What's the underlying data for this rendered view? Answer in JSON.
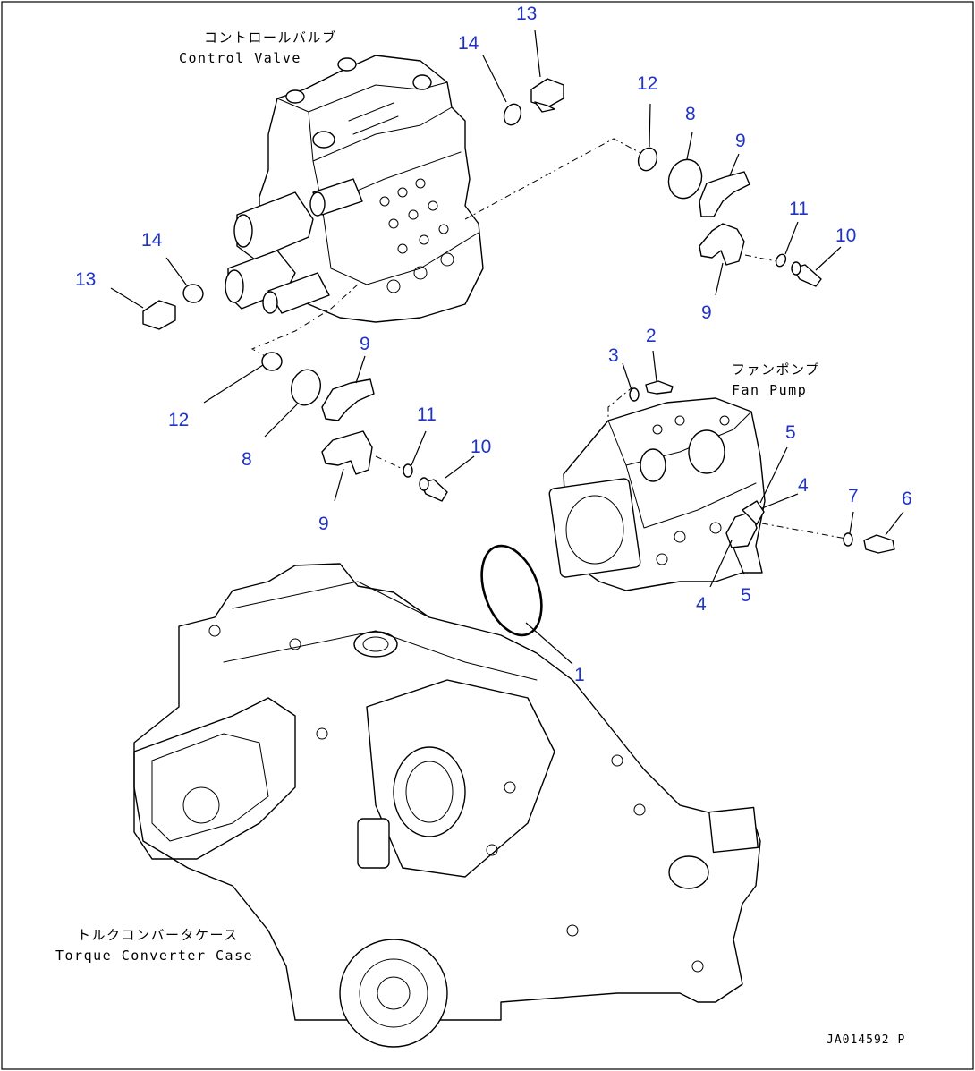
{
  "labels": {
    "control_valve_jp": "コントロールバルブ",
    "control_valve_en": "Control Valve",
    "fan_pump_jp": "ファンポンプ",
    "fan_pump_en": "Fan Pump",
    "torque_case_jp": "トルクコンバータケース",
    "torque_case_en": "Torque Converter Case",
    "drawing_code": "JA014592 P"
  },
  "callouts": {
    "c13_top": "13",
    "c14_top": "14",
    "c12_top": "12",
    "c8_top": "8",
    "c9_top": "9",
    "c11_top": "11",
    "c10_top": "10",
    "c9_mid": "9",
    "c14_left": "14",
    "c13_left": "13",
    "c9_left_a": "9",
    "c12_left": "12",
    "c8_left": "8",
    "c11_left": "11",
    "c10_left": "10",
    "c9_left_b": "9",
    "c2": "2",
    "c3": "3",
    "c5_top": "5",
    "c4_top": "4",
    "c7": "7",
    "c6": "6",
    "c4_bottom": "4",
    "c5_bottom": "5",
    "c1": "1"
  },
  "colors": {
    "callout": "#1f33c8",
    "line": "#000000",
    "background": "#ffffff"
  }
}
